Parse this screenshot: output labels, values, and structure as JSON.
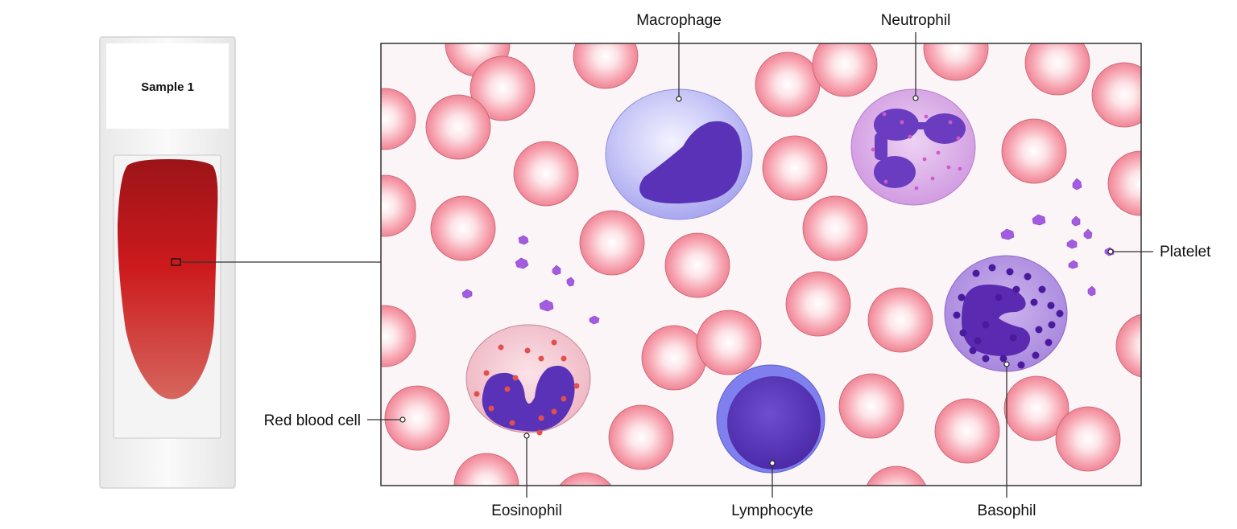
{
  "slide": {
    "title": "Sample 1"
  },
  "labels": {
    "macrophage": "Macrophage",
    "neutrophil": "Neutrophil",
    "platelet": "Platelet",
    "red_blood_cell": "Red blood cell",
    "eosinophil": "Eosinophil",
    "lymphocyte": "Lymphocyte",
    "basophil": "Basophil"
  },
  "colors": {
    "rbc_edge": "#f08a98",
    "rbc_center": "#ffffff",
    "nucleus": "#5a32b8",
    "macrophage_cytoplasm": "#b9b8f4",
    "neutrophil_cytoplasm": "#d9a6e6",
    "eosinophil_cytoplasm": "#f2c4cf",
    "eosinophil_granule": "#e0504c",
    "basophil_cytoplasm": "#b693e4",
    "basophil_granule": "#4a1a9c",
    "lymphocyte_cytoplasm": "#7f80ee",
    "platelet": "#a35be0",
    "smear": "#c4151a",
    "field_background": "#fbf5f8"
  }
}
